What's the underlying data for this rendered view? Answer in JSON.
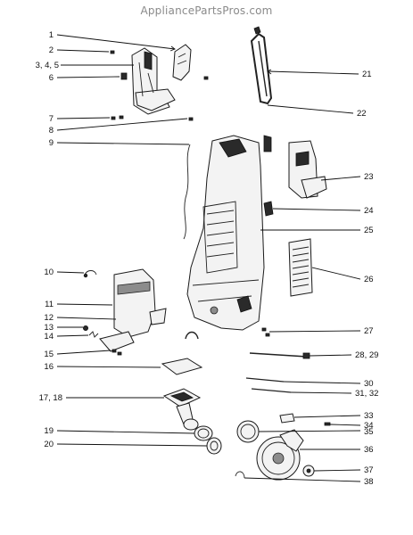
{
  "watermark": "AppliancePartsPros.com",
  "callouts": {
    "c1": "1",
    "c2": "2",
    "c3": "3, 4, 5",
    "c6": "6",
    "c7": "7",
    "c8": "8",
    "c9": "9",
    "c10": "10",
    "c11": "11",
    "c12": "12",
    "c13": "13",
    "c14": "14",
    "c15": "15",
    "c16": "16",
    "c17": "17, 18",
    "c19": "19",
    "c20": "20",
    "c21": "21",
    "c22": "22",
    "c23": "23",
    "c24": "24",
    "c25": "25",
    "c26": "26",
    "c27": "27",
    "c28": "28, 29",
    "c30": "30",
    "c31": "31, 32",
    "c33": "33",
    "c34": "34",
    "c35": "35",
    "c36": "36",
    "c37": "37",
    "c38": "38"
  }
}
